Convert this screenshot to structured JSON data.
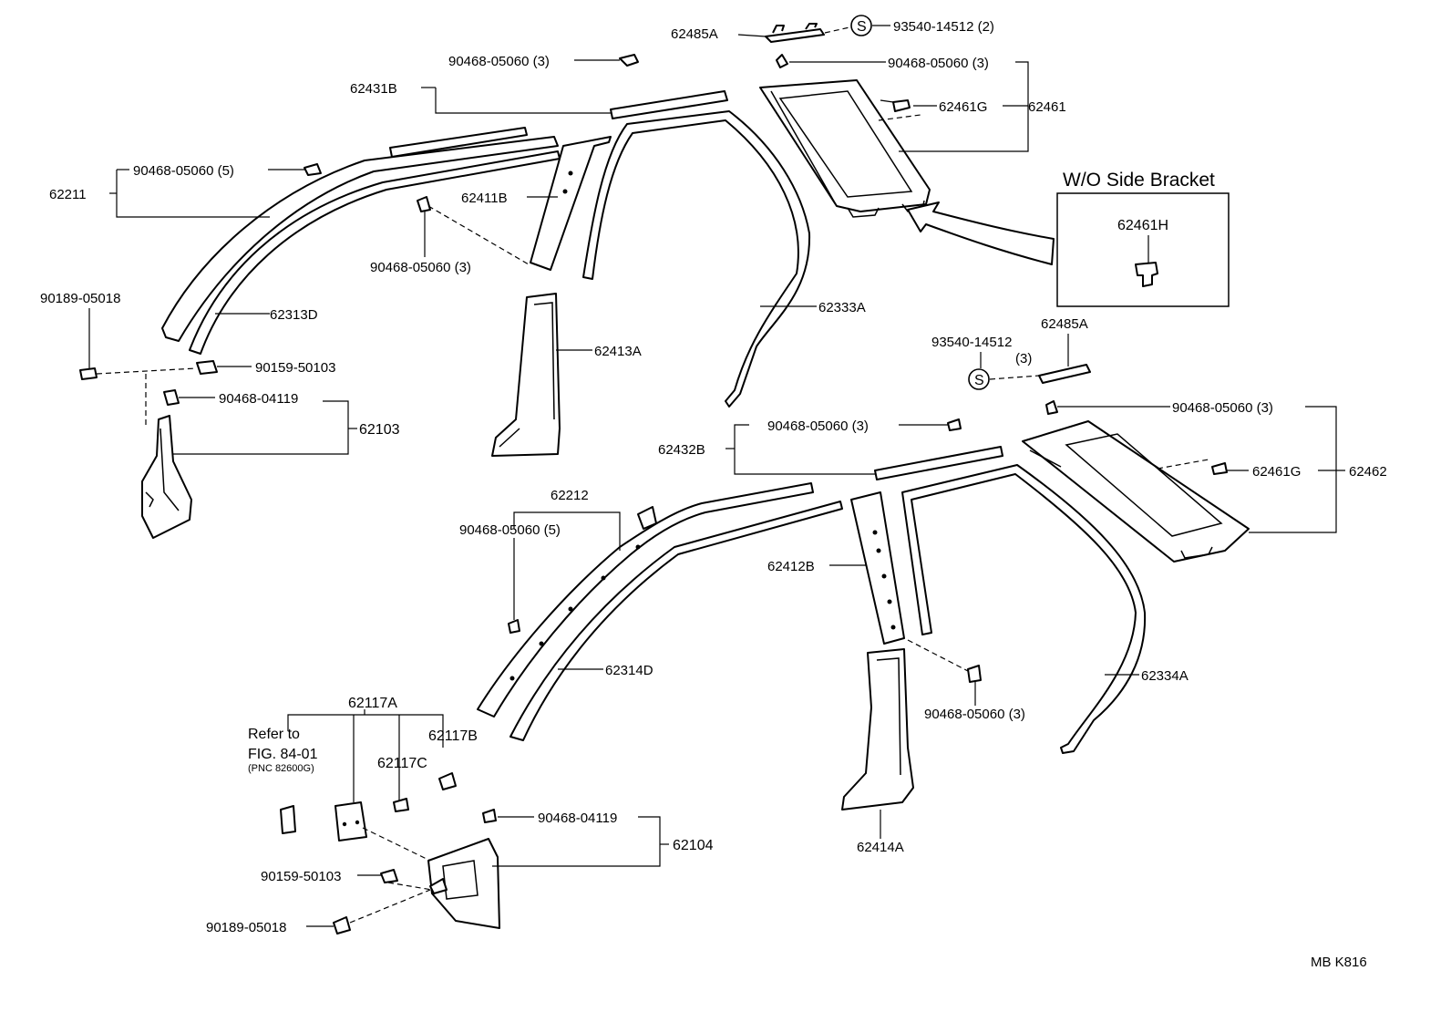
{
  "labels": {
    "p62485A_top": "62485A",
    "p93540_14512_2": "93540-14512 (2)",
    "p90468_05060_3_a": "90468-05060 (3)",
    "p90468_05060_3_b": "90468-05060 (3)",
    "p62431B": "62431B",
    "p62461G_top": "62461G",
    "p62461": "62461",
    "p90468_05060_5_a": "90468-05060 (5)",
    "p62211": "62211",
    "p62411B": "62411B",
    "p90468_05060_3_c": "90468-05060 (3)",
    "p90189_05018_a": "90189-05018",
    "p62313D": "62313D",
    "p62413A": "62413A",
    "p62333A": "62333A",
    "p90159_50103_a": "90159-50103",
    "p90468_04119_a": "90468-04119",
    "p62103": "62103",
    "p93540_14512": "93540-14512",
    "p3_paren": "(3)",
    "p62485A_mid": "62485A",
    "p90468_05060_3_d": "90468-05060 (3)",
    "p62432B": "62432B",
    "p90468_05060_3_e": "90468-05060 (3)",
    "p62461G_bot": "62461G",
    "p62462": "62462",
    "p62212": "62212",
    "p90468_05060_5_b": "90468-05060 (5)",
    "p62412B": "62412B",
    "p62314D": "62314D",
    "p62334A": "62334A",
    "p90468_05060_3_f": "90468-05060 (3)",
    "p62117A": "62117A",
    "p62117B": "62117B",
    "p62117C": "62117C",
    "refer_line1": "Refer to",
    "refer_line2": "FIG. 84-01",
    "refer_line3": "(PNC 82600G)",
    "p90468_04119_b": "90468-04119",
    "p62104": "62104",
    "p90159_50103_b": "90159-50103",
    "p90189_05018_b": "90189-05018",
    "p62414A": "62414A",
    "s_symbol_1": "S",
    "s_symbol_2": "S"
  },
  "inset": {
    "title": "W/O Side Bracket",
    "part": "62461H"
  },
  "footer": {
    "code": "MB  K816"
  }
}
